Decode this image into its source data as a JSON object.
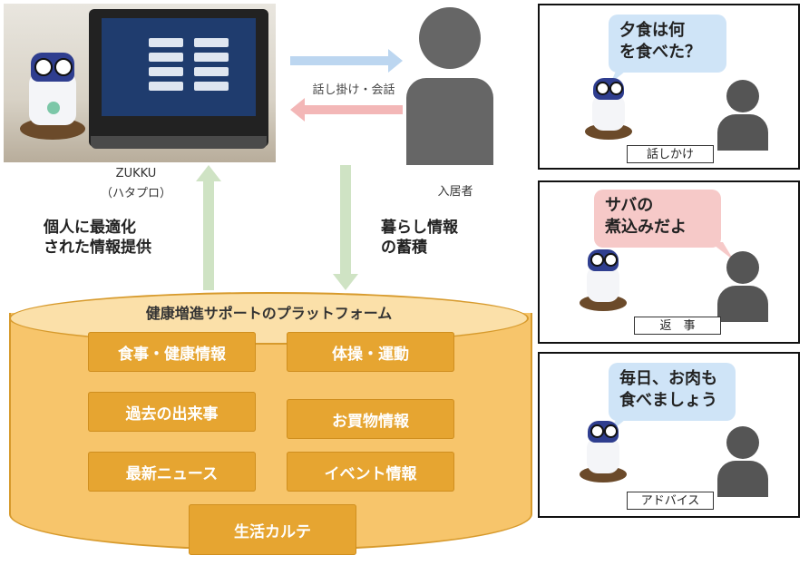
{
  "photo": {
    "device_caption_line1": "ZUKKU",
    "device_caption_line2": "（ハタプロ）"
  },
  "resident": {
    "label": "入居者"
  },
  "arrows": {
    "talk_label": "話し掛け・会話",
    "to_device": "個人に最適化\nされた情報提供",
    "to_platform": "暮らし情報\nの蓄積"
  },
  "platform": {
    "title": "健康増進サポートのプラットフォーム",
    "items": [
      "食事・健康情報",
      "体操・運動",
      "過去の出来事",
      "お買物情報",
      "最新ニュース",
      "イベント情報",
      "生活カルテ"
    ]
  },
  "panels": [
    {
      "bubble_line1": "夕食は何",
      "bubble_line2": "を食べた？",
      "tag": "話しかけ",
      "bubble_color": "#cfe4f7"
    },
    {
      "bubble_line1": "サバの",
      "bubble_line2": "煮込みだよ",
      "tag": "返　事",
      "bubble_color": "#f6c9c8"
    },
    {
      "bubble_line1": "毎日、お肉も",
      "bubble_line2": "食べましょう",
      "tag": "アドバイス",
      "bubble_color": "#cfe4f7"
    }
  ],
  "colors": {
    "platform_fill": "#f7c56b",
    "item_fill": "#e6a531",
    "arrow_blue": "#bcd6f0",
    "arrow_pink": "#f3b7b7",
    "arrow_green": "#cfe3c4"
  }
}
